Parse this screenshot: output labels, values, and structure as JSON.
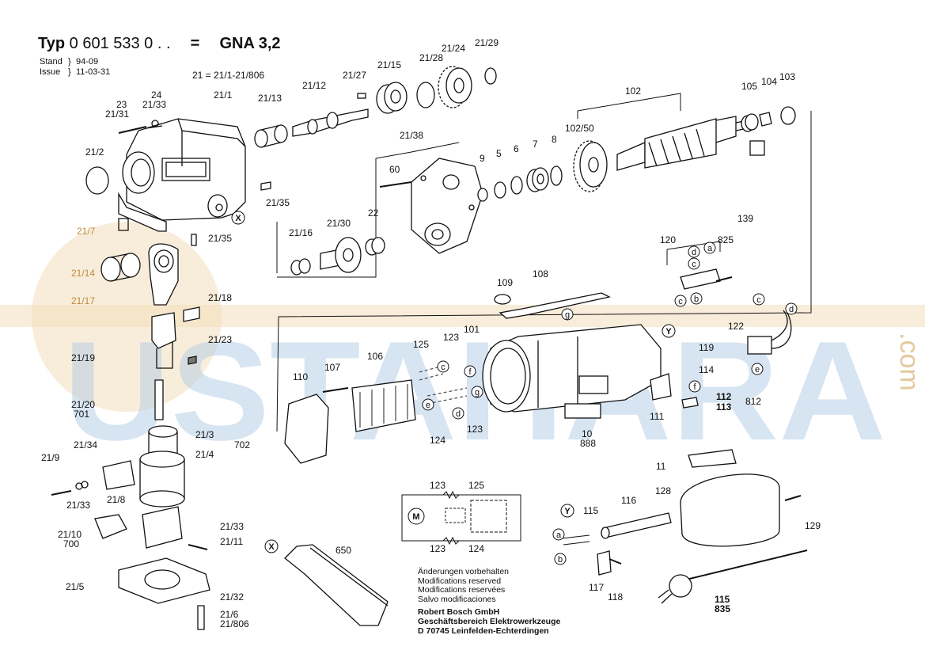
{
  "header": {
    "typ_word": "Typ",
    "model_number": "0 601 533 0 . .",
    "equals": "=",
    "model_name": "GNA 3,2",
    "stand_label": "Stand",
    "stand_value": "94-09",
    "issue_label": "Issue",
    "issue_value": "11-03-31"
  },
  "watermark": {
    "text": "USTAHARA",
    "suffix": ".com",
    "colors": {
      "blue": "#b8cfe6",
      "orange": "#f0d9b0"
    }
  },
  "callouts": {
    "l21_eq": "21 = 21/1-21/806",
    "l21_1": "21/1",
    "l21_13": "21/13",
    "l21_12": "21/12",
    "l21_27": "21/27",
    "l21_15": "21/15",
    "l21_28": "21/28",
    "l21_24": "21/24",
    "l21_29": "21/29",
    "l23": "23",
    "l21_31": "21/31",
    "l24": "24",
    "l21_33a": "21/33",
    "l21_2": "21/2",
    "l21_7": "21/7",
    "l21_35a": "21/35",
    "l21_35b": "21/35",
    "l21_14": "21/14",
    "l21_17": "21/17",
    "l21_18": "21/18",
    "l21_19": "21/19",
    "l21_23": "21/23",
    "l21_20": "21/20",
    "l701": "701",
    "l21_3": "21/3",
    "l21_4": "21/4",
    "l702": "702",
    "l21_9": "21/9",
    "l21_34": "21/34",
    "l21_33b": "21/33",
    "l21_8": "21/8",
    "l21_10": "21/10",
    "l700": "700",
    "l21_33c": "21/33",
    "l21_11": "21/11",
    "l21_5": "21/5",
    "l21_32": "21/32",
    "l21_6": "21/6",
    "l21_806": "21/806",
    "l21_38": "21/38",
    "l60": "60",
    "l22": "22",
    "l21_16": "21/16",
    "l21_30": "21/30",
    "l9": "9",
    "l5": "5",
    "l6": "6",
    "l7": "7",
    "l8": "8",
    "l102": "102",
    "l102_50": "102/50",
    "l105": "105",
    "l104": "104",
    "l103": "103",
    "l139": "139",
    "l120": "120",
    "l825": "825",
    "l109": "109",
    "l108": "108",
    "l125a": "125",
    "l123a": "123",
    "l101": "101",
    "l106": "106",
    "l107": "107",
    "l110": "110",
    "l124a": "124",
    "l123b": "123",
    "l122": "122",
    "l119": "119",
    "l114": "114",
    "l112": "112",
    "l113": "113",
    "l812": "812",
    "l111": "111",
    "l10": "10",
    "l888": "888",
    "l123c": "123",
    "l125b": "125",
    "l123d": "123",
    "l124b": "124",
    "l650": "650",
    "l115a": "115",
    "l116": "116",
    "l128": "128",
    "l11": "11",
    "l129": "129",
    "l117": "117",
    "l118": "118",
    "l115b": "115",
    "l835": "835"
  },
  "letters": {
    "x1": "X",
    "x2": "X",
    "y1": "Y",
    "y2": "Y",
    "a1": "a",
    "a2": "a",
    "b1": "b",
    "b2": "b",
    "c1": "c",
    "c2": "c",
    "c3": "c",
    "d1": "d",
    "d2": "d",
    "d3": "d",
    "e1": "e",
    "e2": "e",
    "f1": "f",
    "f2": "f",
    "g1": "g",
    "g2": "g"
  },
  "notes": {
    "line1": "Änderungen vorbehalten",
    "line2": "Modifications reserved",
    "line3": "Modifications reservées",
    "line4": "Salvo modificaciones",
    "company": "Robert Bosch GmbH",
    "division": "Geschäftsbereich Elektrowerkzeuge",
    "address": "D 70745 Leinfelden-Echterdingen"
  },
  "schematic": {
    "motor_symbol": "M"
  }
}
